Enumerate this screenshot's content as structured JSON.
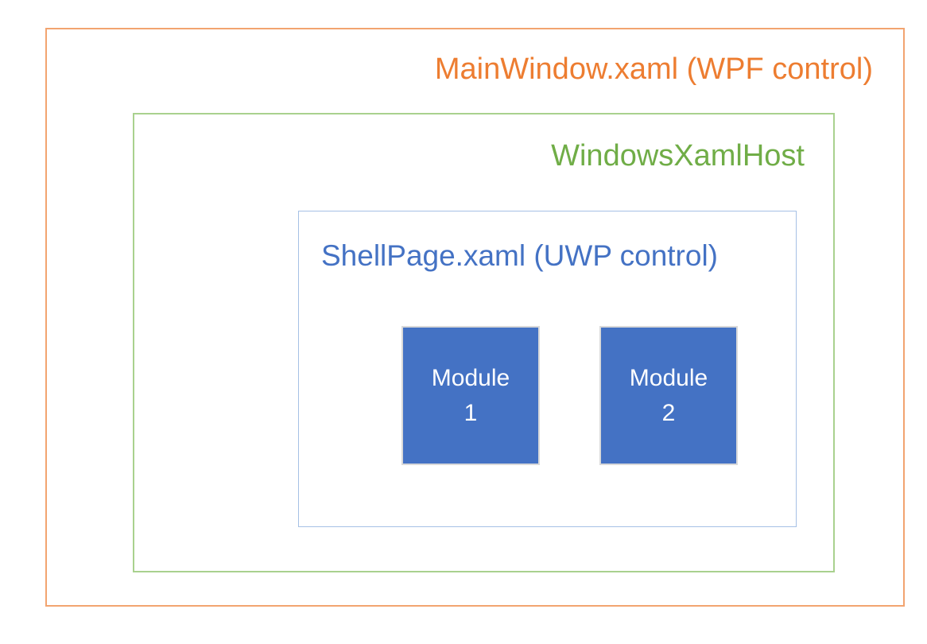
{
  "diagram": {
    "background_color": "#FFFFFF",
    "outer_box": {
      "label": "MainWindow.xaml (WPF control)",
      "label_color": "#ED7D31",
      "border_color": "#F2A470"
    },
    "host_box": {
      "label": "WindowsXamlHost",
      "label_color": "#70AD47",
      "border_color": "#A9D18E"
    },
    "shell_box": {
      "label": "ShellPage.xaml (UWP control)",
      "label_color": "#4472C4",
      "border_color": "#A5C0E5"
    },
    "modules": [
      {
        "title": "Module",
        "number": "1",
        "fill_color": "#4472C4",
        "border_color": "#D9D9D9",
        "text_color": "#FFFFFF"
      },
      {
        "title": "Module",
        "number": "2",
        "fill_color": "#4472C4",
        "border_color": "#D9D9D9",
        "text_color": "#FFFFFF"
      }
    ]
  }
}
